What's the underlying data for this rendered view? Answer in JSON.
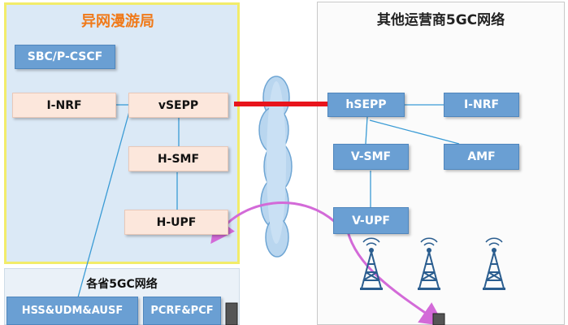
{
  "roaming_network": {
    "title": "异网漫游局",
    "nodes": {
      "sbc": "SBC/P-CSCF",
      "inrf": "I-NRF",
      "vsepp": "vSEPP",
      "hsmf": "H-SMF",
      "hupf": "H-UPF"
    }
  },
  "other_operator": {
    "title": "其他运营商5GC网络",
    "nodes": {
      "hsepp": "hSEPP",
      "inrf": "I-NRF",
      "vsmf": "V-SMF",
      "amf": "AMF",
      "vupf": "V-UPF"
    }
  },
  "provincial_network": {
    "title": "各省5GC网络",
    "nodes": {
      "hss": "HSS&UDM&AUSF",
      "pcrf": "PCRF&PCF"
    }
  },
  "colors": {
    "interconnect": "#e8141c",
    "user_plane_path": "#d36ad8",
    "link": "#3a9bd5",
    "blue_node": "#6a9fd3",
    "pink_node": "#fce7dc",
    "cloud": "#b9d6ef",
    "roaming_title": "#f07a1a"
  }
}
